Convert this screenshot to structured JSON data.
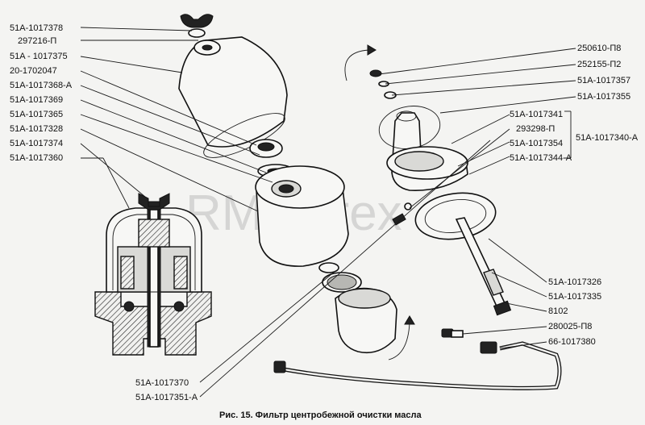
{
  "labels_left": [
    "51A-1017378",
    "297216-П",
    "51A - 1017375",
    "20-1702047",
    "51A-1017368-A",
    "51A-1017369",
    "51A-1017365",
    "51A-1017328",
    "51A-1017374",
    "51A-1017360"
  ],
  "labels_right_top": [
    "250610-П8",
    "252155-П2",
    "51A-1017357",
    "51A-1017355"
  ],
  "labels_group": [
    "51A-1017341",
    "293298-П",
    "51A-1017354",
    "51A-1017344-A"
  ],
  "group_label": "51A-1017340-A",
  "labels_right_bottom": [
    "51A-1017326",
    "51A-1017335",
    "8102",
    "280025-П8",
    "66-1017380"
  ],
  "labels_bottom": [
    "51A-1017370",
    "51A-1017351-A"
  ],
  "caption": "Рис. 15. Фильтр центробежной очистки масла",
  "watermark": "RM-Terex"
}
